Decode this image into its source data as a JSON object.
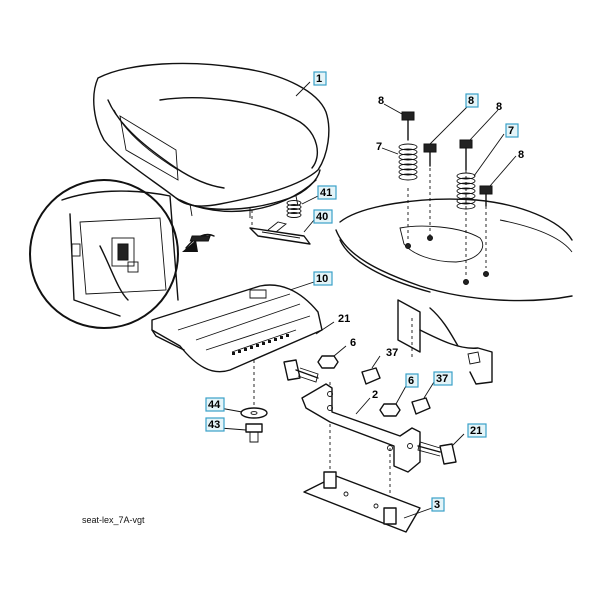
{
  "caption": "seat-lex_7A-vgt",
  "callouts": [
    {
      "id": "c1",
      "text": "1",
      "boxed": true
    },
    {
      "id": "c8a",
      "text": "8",
      "boxed": false
    },
    {
      "id": "c8b",
      "text": "8",
      "boxed": true
    },
    {
      "id": "c8c",
      "text": "8",
      "boxed": false
    },
    {
      "id": "c8d",
      "text": "8",
      "boxed": false
    },
    {
      "id": "c7a",
      "text": "7",
      "boxed": false
    },
    {
      "id": "c7b",
      "text": "7",
      "boxed": true
    },
    {
      "id": "c41",
      "text": "41",
      "boxed": true
    },
    {
      "id": "c40",
      "text": "40",
      "boxed": true
    },
    {
      "id": "c10",
      "text": "10",
      "boxed": true
    },
    {
      "id": "c21a",
      "text": "21",
      "boxed": false
    },
    {
      "id": "c6a",
      "text": "6",
      "boxed": false
    },
    {
      "id": "c37a",
      "text": "37",
      "boxed": false
    },
    {
      "id": "c2",
      "text": "2",
      "boxed": false
    },
    {
      "id": "c6b",
      "text": "6",
      "boxed": true
    },
    {
      "id": "c37b",
      "text": "37",
      "boxed": true
    },
    {
      "id": "c44",
      "text": "44",
      "boxed": true
    },
    {
      "id": "c43",
      "text": "43",
      "boxed": true
    },
    {
      "id": "c21b",
      "text": "21",
      "boxed": true
    },
    {
      "id": "c3",
      "text": "3",
      "boxed": true
    }
  ]
}
